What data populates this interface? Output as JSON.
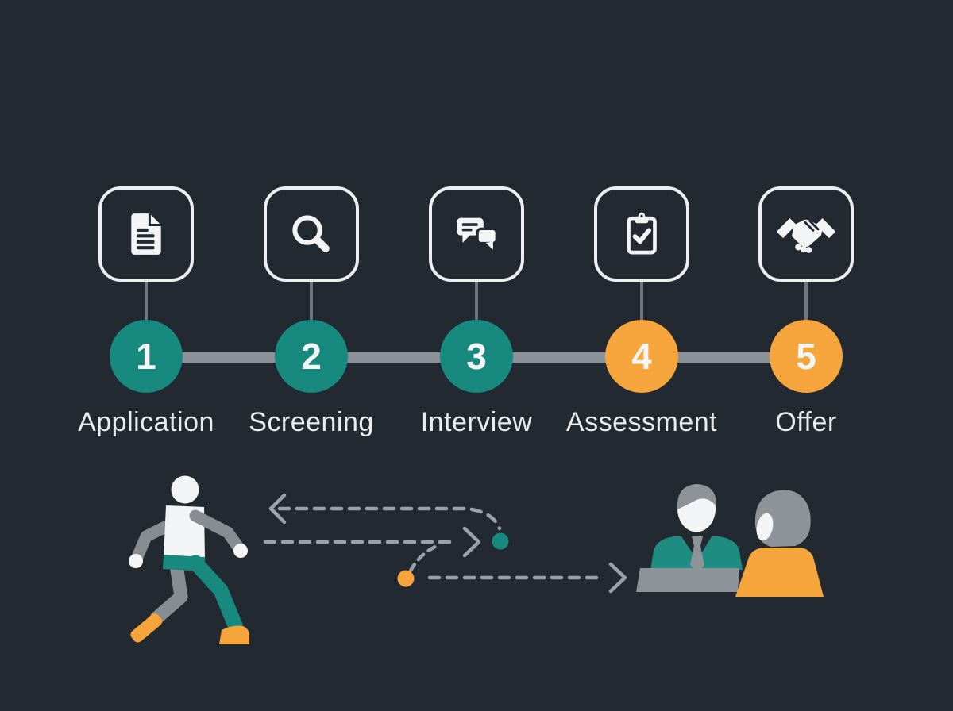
{
  "colors": {
    "background": "#222931",
    "teal": "#17897E",
    "orange": "#F6A43C",
    "timeline_bar": "#8B9198",
    "connector": "#70767D",
    "dash_gray": "#9AA1A8",
    "icon_white": "#F2F4F5",
    "label_text": "#E9EBEE",
    "gray_figure": "#878D93"
  },
  "timeline": {
    "steps": [
      {
        "number": "1",
        "label": "Application",
        "icon": "document-icon",
        "circle_color": "#17897E"
      },
      {
        "number": "2",
        "label": "Screening",
        "icon": "search-icon",
        "circle_color": "#17897E"
      },
      {
        "number": "3",
        "label": "Interview",
        "icon": "chat-bubbles-icon",
        "circle_color": "#17897E"
      },
      {
        "number": "4",
        "label": "Assessment",
        "icon": "clipboard-check-icon",
        "circle_color": "#F6A43C"
      },
      {
        "number": "5",
        "label": "Offer",
        "icon": "handshake-icon",
        "circle_color": "#F6A43C"
      }
    ]
  },
  "illustration": {
    "walking_person": {
      "shirt": "#F2F4F5",
      "limbs": "#878D93",
      "pants": "#17897E",
      "shoes": "#F6A43C"
    },
    "route": {
      "interview_dot_color": "#17897E",
      "offer_dot_color": "#F6A43C",
      "dash_color": "#9AA1A8"
    },
    "interviewers": {
      "man": {
        "jacket": "#1E8C80",
        "tie": "#8D9399",
        "hair": "#8D9399",
        "face": "#F2F4F5"
      },
      "woman": {
        "top": "#F6A43C",
        "hair": "#8D9399",
        "face": "#F2F4F5"
      },
      "desk_color": "#8D9399"
    }
  }
}
